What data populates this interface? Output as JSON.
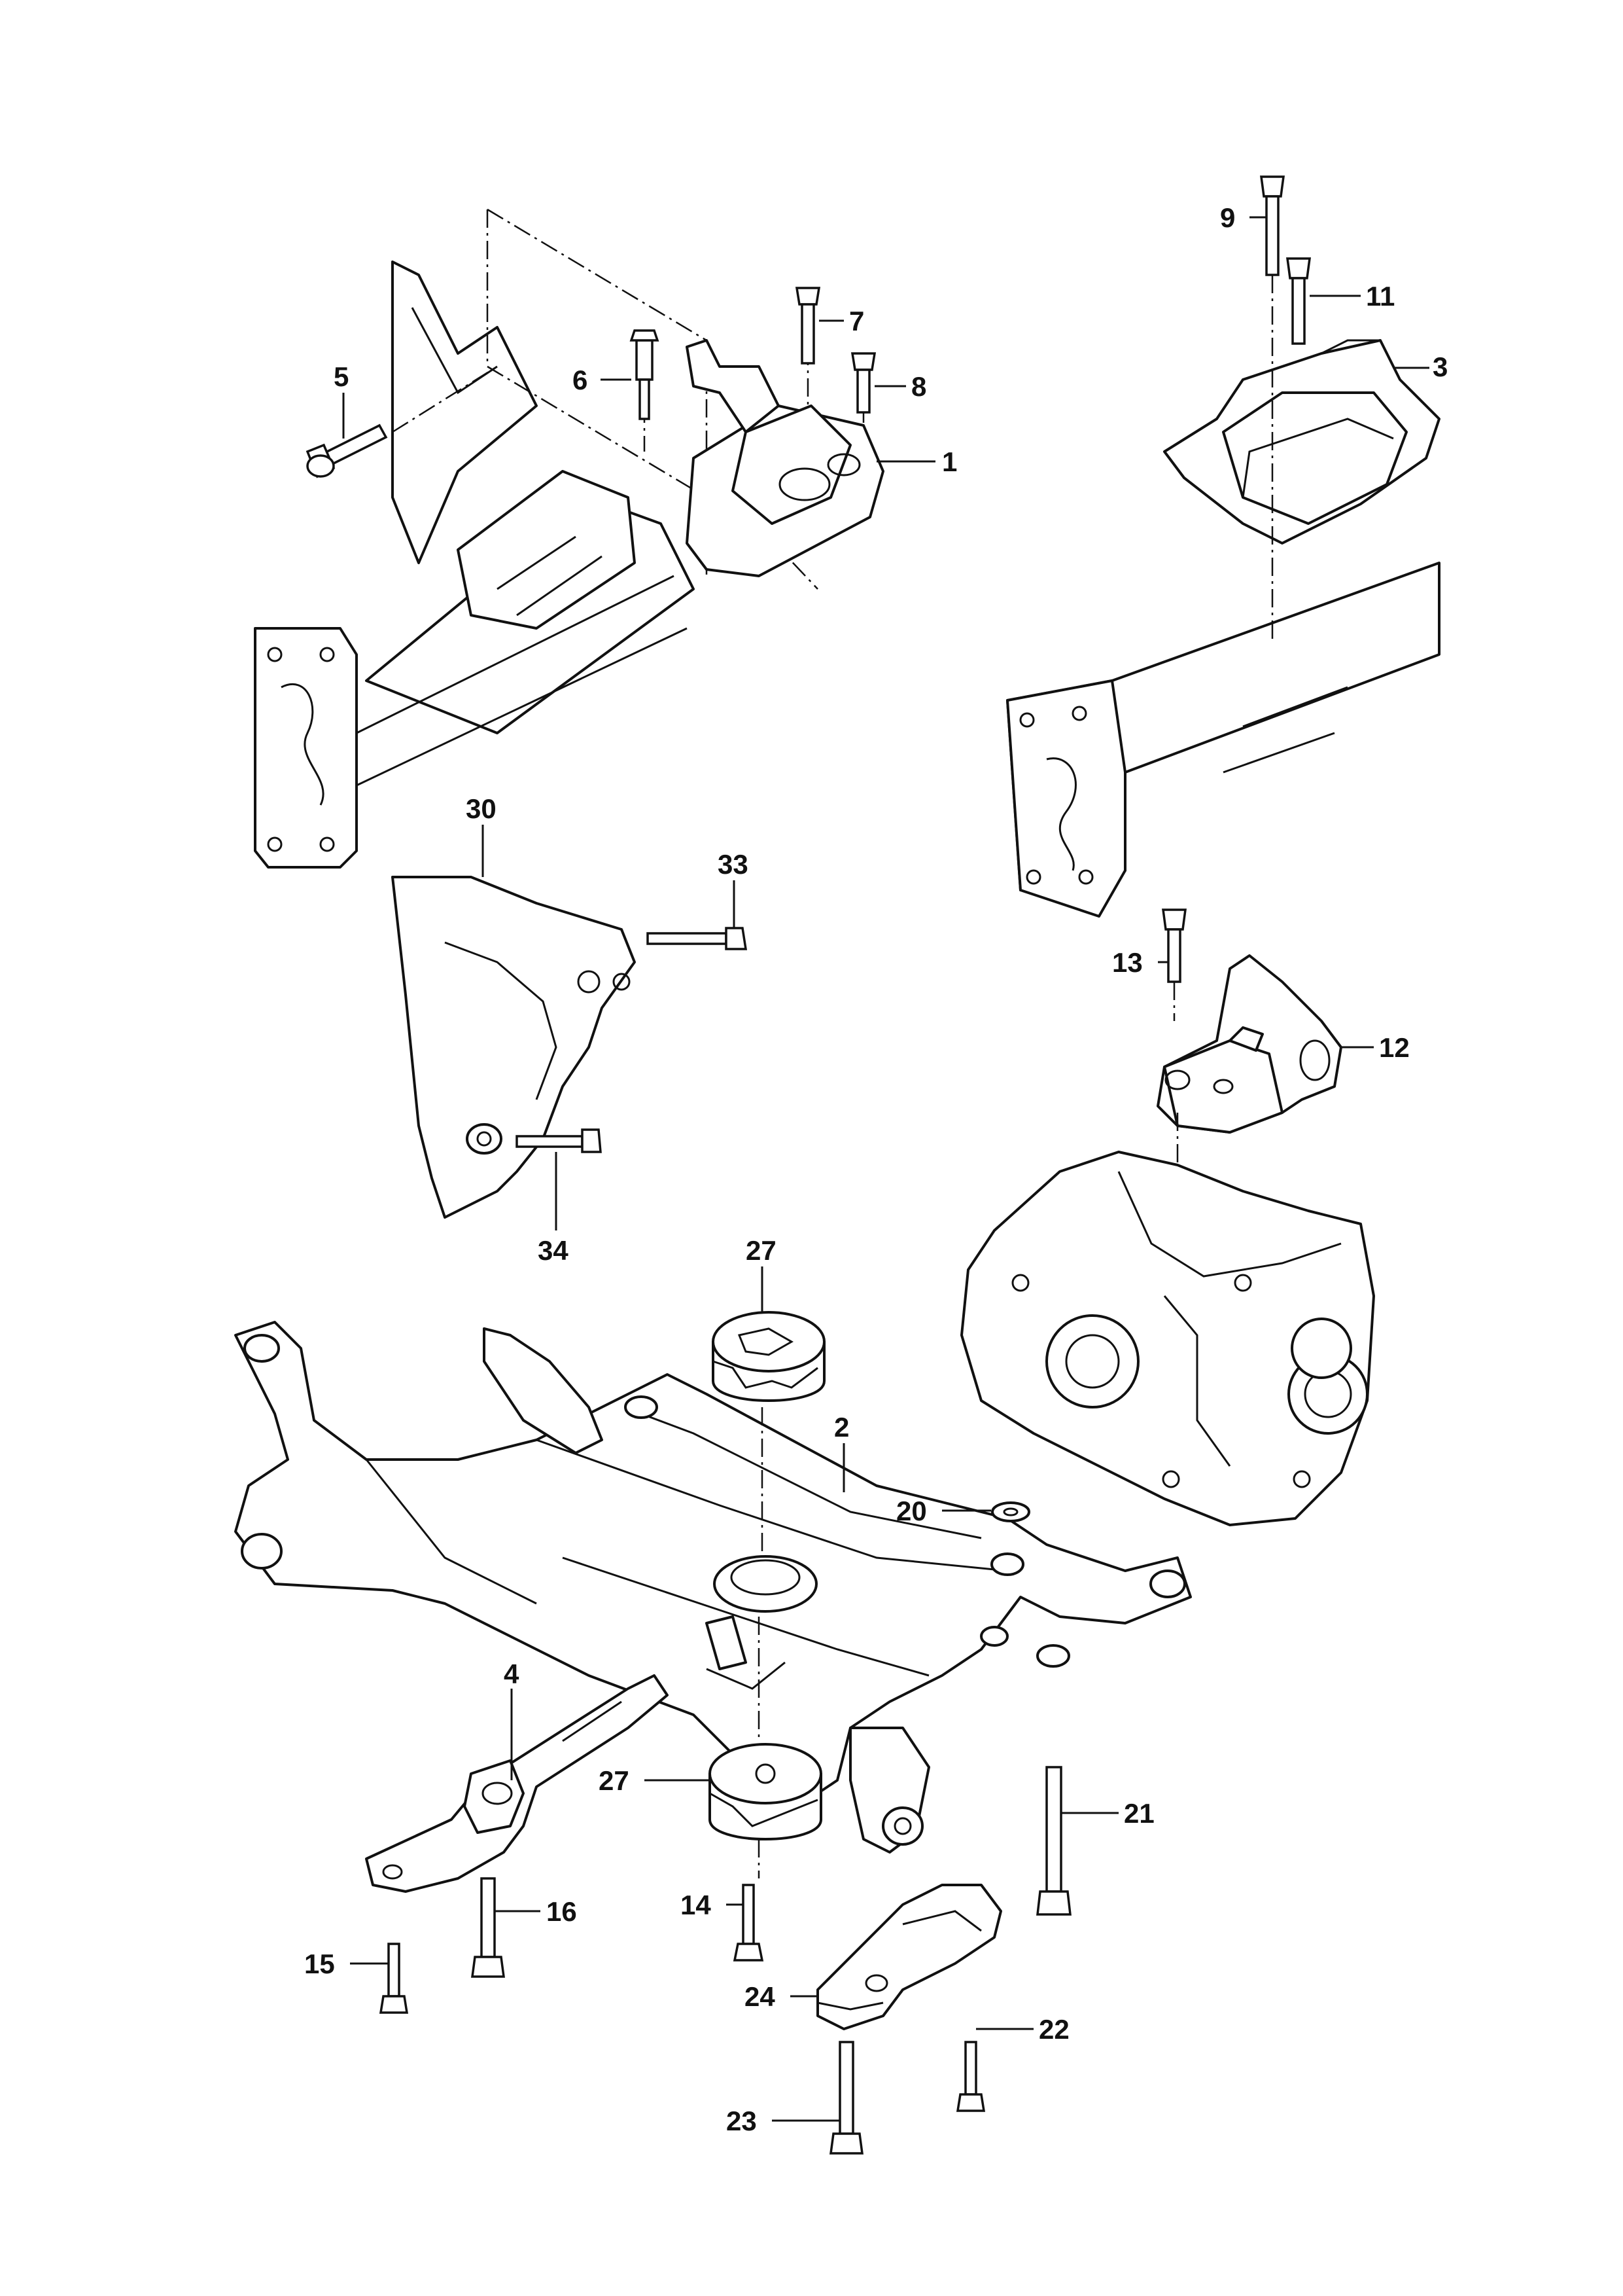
{
  "callouts": [
    {
      "id": "c1",
      "text": "1"
    },
    {
      "id": "c2",
      "text": "2"
    },
    {
      "id": "c3",
      "text": "3"
    },
    {
      "id": "c4",
      "text": "4"
    },
    {
      "id": "c5",
      "text": "5"
    },
    {
      "id": "c6",
      "text": "6"
    },
    {
      "id": "c7",
      "text": "7"
    },
    {
      "id": "c8",
      "text": "8"
    },
    {
      "id": "c9",
      "text": "9"
    },
    {
      "id": "c11",
      "text": "11"
    },
    {
      "id": "c12",
      "text": "12"
    },
    {
      "id": "c13",
      "text": "13"
    },
    {
      "id": "c14",
      "text": "14"
    },
    {
      "id": "c15",
      "text": "15"
    },
    {
      "id": "c16",
      "text": "16"
    },
    {
      "id": "c20",
      "text": "20"
    },
    {
      "id": "c21",
      "text": "21"
    },
    {
      "id": "c22",
      "text": "22"
    },
    {
      "id": "c23",
      "text": "23"
    },
    {
      "id": "c24",
      "text": "24"
    },
    {
      "id": "c27a",
      "text": "27"
    },
    {
      "id": "c27b",
      "text": "27"
    },
    {
      "id": "c30",
      "text": "30"
    },
    {
      "id": "c33",
      "text": "33"
    },
    {
      "id": "c34",
      "text": "34"
    }
  ]
}
